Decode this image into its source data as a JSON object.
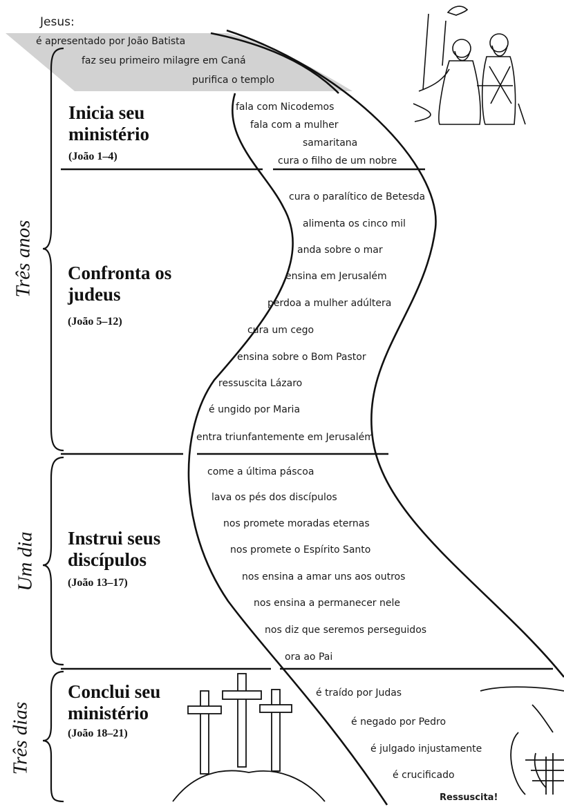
{
  "header": {
    "title": "Jesus:"
  },
  "intro_events": [
    "é apresentado por João Batista",
    "faz seu primeiro milagre em Caná",
    "purifica o templo"
  ],
  "stages": [
    {
      "title_line1": "Inicia seu",
      "title_line2": "ministério",
      "reference": "(João 1–4)",
      "events": [
        "fala com Nicodemos",
        "fala com a mulher",
        "samaritana",
        "cura o filho de um nobre"
      ]
    },
    {
      "title_line1": "Confronta os",
      "title_line2": "judeus",
      "reference": "(João 5–12)",
      "events": [
        "cura o paralítico de Betesda",
        "alimenta os cinco mil",
        "anda sobre o mar",
        "ensina em Jerusalém",
        "perdoa a mulher adúltera",
        "cura um cego",
        "ensina sobre o Bom Pastor",
        "ressuscita Lázaro",
        "é ungido por Maria",
        "entra triunfantemente em Jerusalém"
      ]
    },
    {
      "title_line1": "Instrui seus",
      "title_line2": "discípulos",
      "reference": "(João 13–17)",
      "events": [
        "come a última páscoa",
        "lava os pés dos discípulos",
        "nos promete moradas eternas",
        "nos promete o Espírito Santo",
        "nos ensina a amar uns aos outros",
        "nos ensina a permanecer nele",
        "nos diz que seremos perseguidos",
        "ora ao Pai"
      ]
    },
    {
      "title_line1": "Conclui seu",
      "title_line2": "ministério",
      "reference": "(João 18–21)",
      "events": [
        "é traído por Judas",
        "é negado por Pedro",
        "é julgado injustamente",
        "é crucificado"
      ]
    }
  ],
  "spans": [
    "Três anos",
    "Um dia",
    "Três dias"
  ],
  "final_event": "Ressuscita!",
  "colors": {
    "band": "#d2d2d2",
    "ink": "#111111"
  }
}
